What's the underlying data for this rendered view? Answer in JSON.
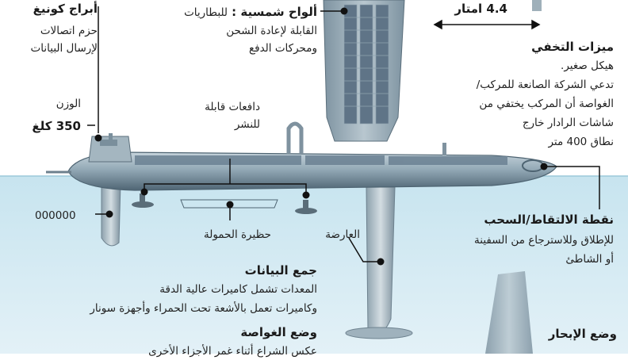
{
  "callouts": {
    "kongsberg_title": "أبراج كونيغ",
    "kongsberg_desc_1": "حزم اتصالات",
    "kongsberg_desc_2": "لإرسال البيانات",
    "weight_label": "الوزن",
    "weight_value": "350 كلغ",
    "thrusters_1": "دافعات قابلة",
    "thrusters_2": "للنشر",
    "solar_title": "ألواح شمسية :",
    "solar_title_rest": "للبطاريات",
    "solar_desc_1": "القابلة لإعادة الشحن",
    "solar_desc_2": "ومحركات الدفع",
    "length": "4.4 امتار",
    "stealth_title": "ميزات التخفي",
    "stealth_1": "هيكل صغير.",
    "stealth_2": "تدعي الشركة الصانعة للمركب/",
    "stealth_3": "الغواصة أن المركب يختفي من",
    "stealth_4": "شاشات الرادار خارج",
    "stealth_5": "نطاق 400 متر",
    "number_label": "000000",
    "payload_bay": "حظيرة الحمولة",
    "keel": "العارضة",
    "pickup_title": "نقطة الالتقاط/السحب",
    "pickup_1": "للإطلاق وللاسترجاع من السفينة",
    "pickup_2": "أو الشاطئ",
    "data_title": "جمع البيانات",
    "data_1": "المعدات تشمل كاميرات عالية الدقة",
    "data_2": "وكاميرات تعمل بالأشعة تحت الحمراء وأجهزة سونار",
    "sub_title": "وضع الغواصة",
    "sub_1": "عكس الشراع أثناء غمر الأجزاء الأخرى",
    "sail_title": "وضع الإبحار"
  },
  "colors": {
    "water": "#b9dcea",
    "hull": "#8fa6b3",
    "hull_dark": "#5f7685",
    "sail": "#a9bac4",
    "panel": "#6d8294",
    "line": "#111111"
  }
}
